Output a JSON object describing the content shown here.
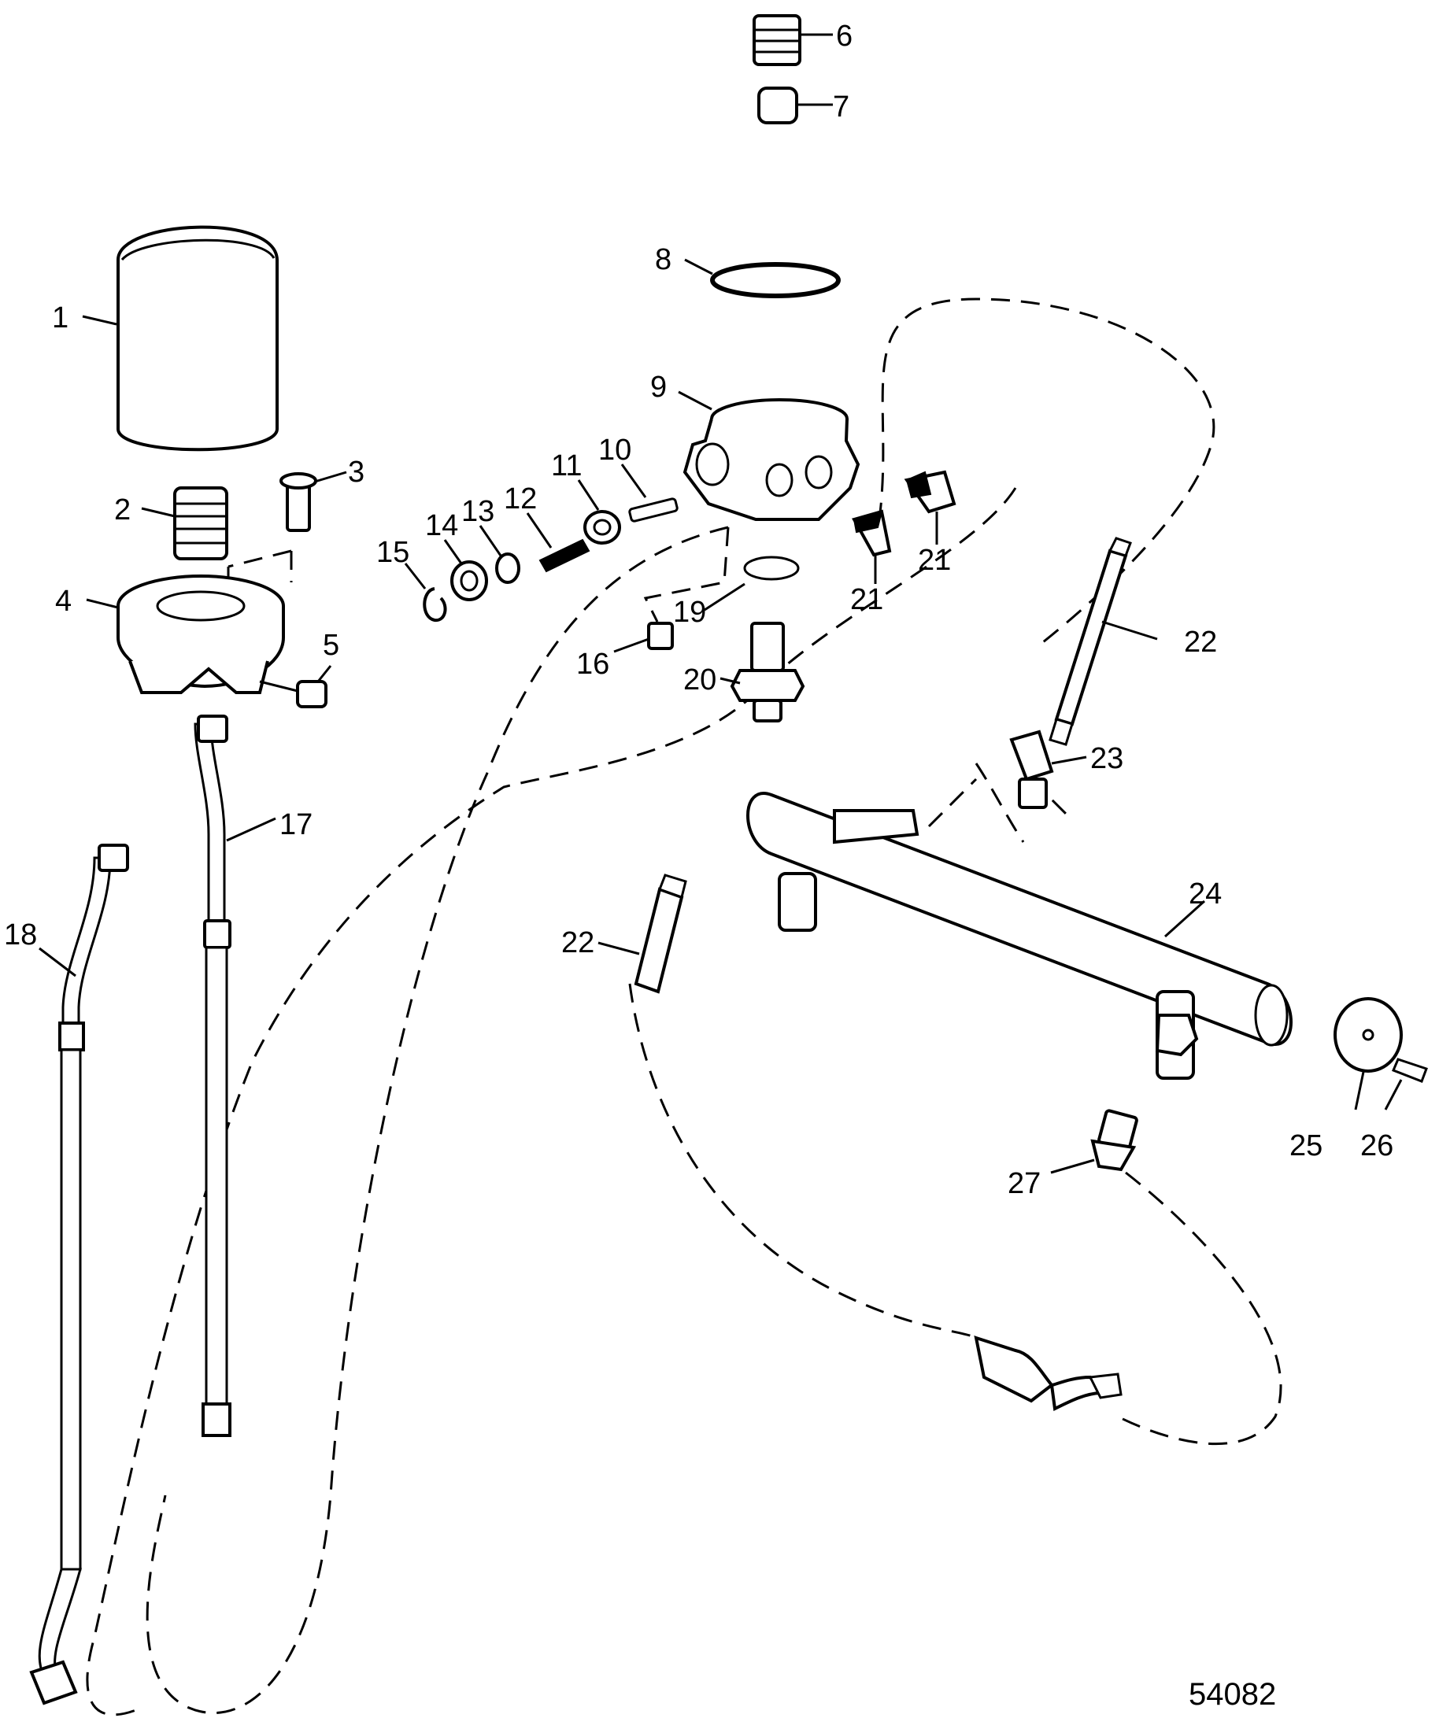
{
  "diagram": {
    "figure_number": "54082",
    "callouts": [
      "1",
      "2",
      "3",
      "4",
      "5",
      "6",
      "7",
      "8",
      "9",
      "10",
      "11",
      "12",
      "13",
      "14",
      "15",
      "16",
      "17",
      "18",
      "19",
      "20",
      "21",
      "21",
      "22",
      "22",
      "23",
      "24",
      "25",
      "26",
      "27"
    ]
  },
  "colors": {
    "line": "#000000",
    "background": "#ffffff"
  }
}
